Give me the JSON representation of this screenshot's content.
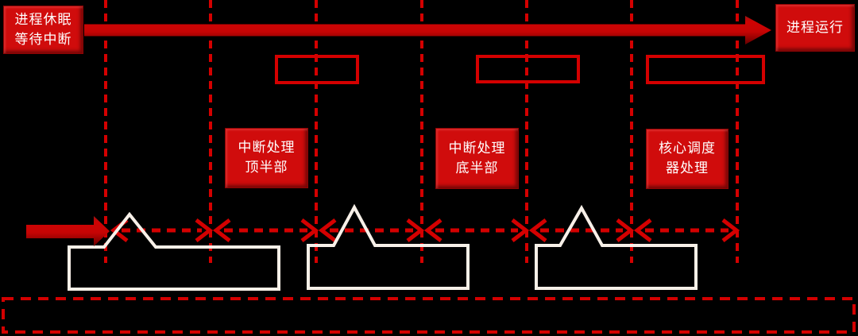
{
  "diagram": {
    "description": "interrupt-handling-process-timeline"
  },
  "colors": {
    "background": "#000000",
    "red_line": "#d40000",
    "red_fill": "#d00c0c",
    "arrow_red_bright": "#cf0303",
    "arrow_red_dark": "#650000",
    "waveform_white": "#f7f0e8",
    "text": "#ffffff"
  },
  "boxes": {
    "process_sleep": {
      "line1": "进程休眠",
      "line2": "等待中断"
    },
    "process_run": {
      "label": "进程运行"
    },
    "irq_top_half": {
      "line1": "中断处理",
      "line2": "顶半部"
    },
    "irq_bottom_half": {
      "line1": "中断处理",
      "line2": "底半部"
    },
    "scheduler": {
      "line1": "核心调度",
      "line2": "器处理"
    }
  }
}
